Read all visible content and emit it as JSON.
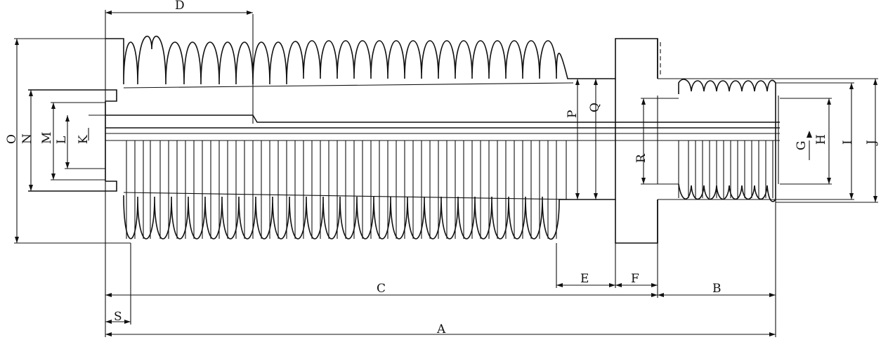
{
  "figure": {
    "kind": "technical-drawing",
    "subject": "bushing insulator with shed profile",
    "line_color": "#111111",
    "background": "#ffffff"
  },
  "dimension_labels": {
    "A": "A",
    "B": "B",
    "C": "C",
    "D": "D",
    "E": "E",
    "F": "F",
    "G": "G",
    "H": "H",
    "I": "I",
    "J": "J",
    "K": "K",
    "L": "L",
    "M": "M",
    "N": "N",
    "O": "O",
    "P": "P",
    "Q": "Q",
    "R": "R",
    "S": "S"
  }
}
